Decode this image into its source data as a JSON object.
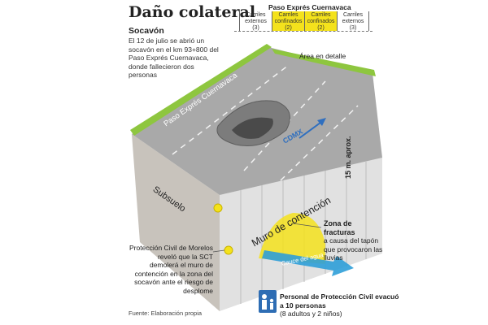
{
  "title": "Daño colateral",
  "socavon": {
    "heading": "Socavón",
    "text": "El 12 de julio se abrió un socavón en el km 93+800 del Paso Exprés Cuernavaca, donde fallecieron dos personas"
  },
  "lanes": {
    "title": "Paso Exprés Cuernavaca",
    "items": [
      {
        "label": "Carriles externos",
        "count": "(3)",
        "highlight": false
      },
      {
        "label": "Carriles confinados",
        "count": "(2)",
        "highlight": true
      },
      {
        "label": "Carriles confinados",
        "count": "(2)",
        "highlight": true
      },
      {
        "label": "Carriles externos",
        "count": "(3)",
        "highlight": false
      }
    ]
  },
  "labels": {
    "area_detalle": "Área en detalle",
    "road_name": "Paso Exprés Cuernavaca",
    "cdmx": "CDMX",
    "height": "15 m. aprox.",
    "subsuelo": "Subsuelo",
    "muro": "Muro de contención",
    "cauce": "Cauce del agua"
  },
  "zona": {
    "heading": "Zona de fracturas",
    "text": "a causa del tapón que provocaron las lluvias"
  },
  "proteccion": {
    "text": "Protección Civil de Morelos reveló que la SCT demolerá el muro de contención en la zona del socavón ante el riesgo de desplome"
  },
  "personal": {
    "heading": "Personal de Protección Civil evacuó a 10 personas",
    "detail": "(8 adultos y 2 niños)"
  },
  "source": "Fuente: Elaboración propia",
  "colors": {
    "accent": "#f4e21c",
    "water": "#2f9fd8",
    "wall": "#dcdcdc",
    "ground": "#c9c4bd"
  },
  "icons": [
    "family-icon",
    "arrow-right-icon"
  ]
}
